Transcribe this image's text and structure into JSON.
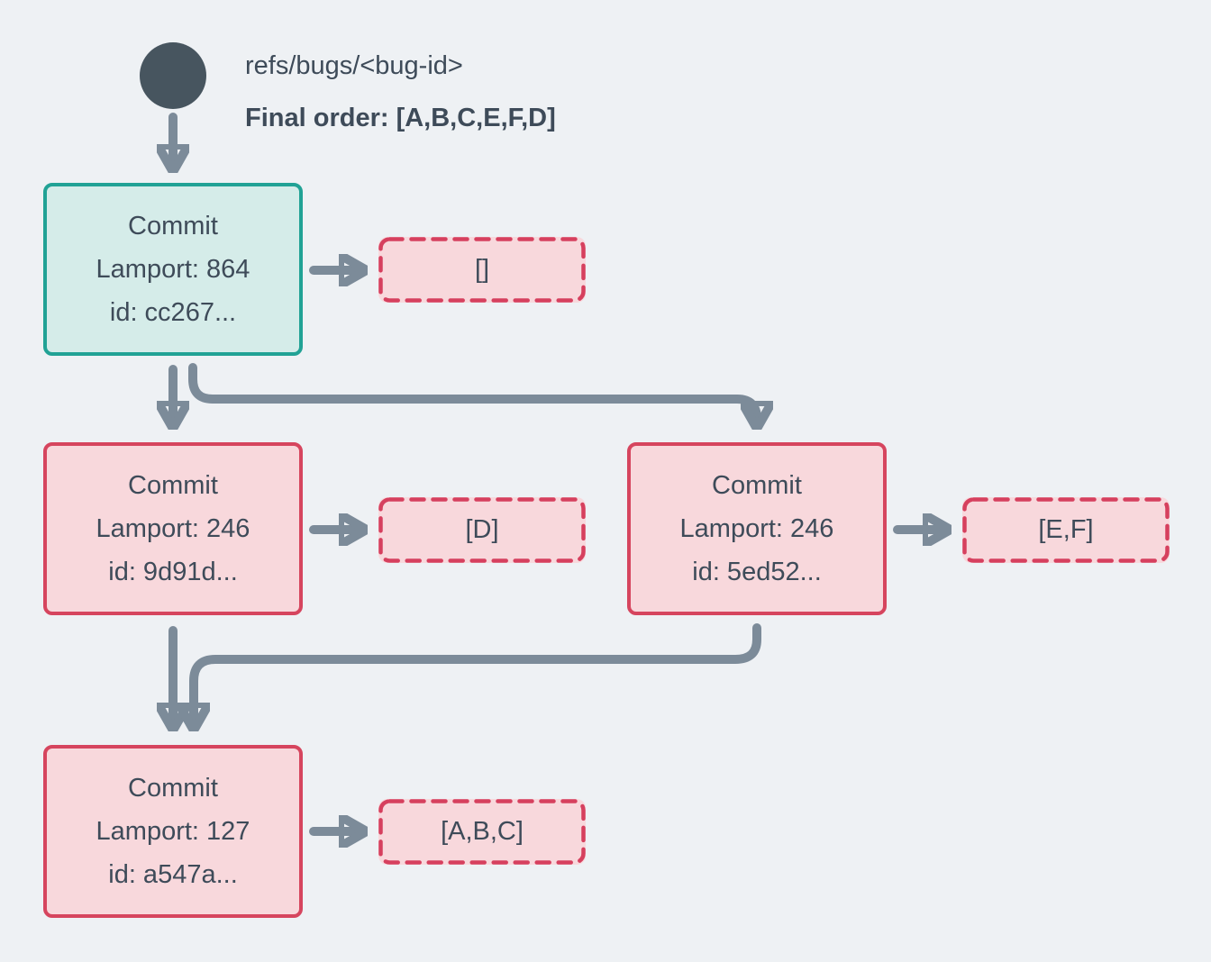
{
  "colors": {
    "background": "#eef1f4",
    "text": "#3e4b59",
    "arrow": "#7c8b99",
    "ref_circle": "#47555f",
    "teal_border": "#21a295",
    "teal_fill": "#d5ece9",
    "red_border": "#d6455e",
    "dashed_border": "#d6405e",
    "pink_fill": "#f8d8dc"
  },
  "header": {
    "ref_name": "refs/bugs/<bug-id>",
    "final_order": "Final order: [A,B,C,E,F,D]"
  },
  "commits": [
    {
      "title": "Commit",
      "lamport": "Lamport: 864",
      "id_line": "id: cc267...",
      "ops": "[]"
    },
    {
      "title": "Commit",
      "lamport": "Lamport: 246",
      "id_line": "id: 9d91d...",
      "ops": "[D]"
    },
    {
      "title": "Commit",
      "lamport": "Lamport: 246",
      "id_line": "id: 5ed52...",
      "ops": "[E,F]"
    },
    {
      "title": "Commit",
      "lamport": "Lamport: 127",
      "id_line": "id: a547a...",
      "ops": "[A,B,C]"
    }
  ]
}
